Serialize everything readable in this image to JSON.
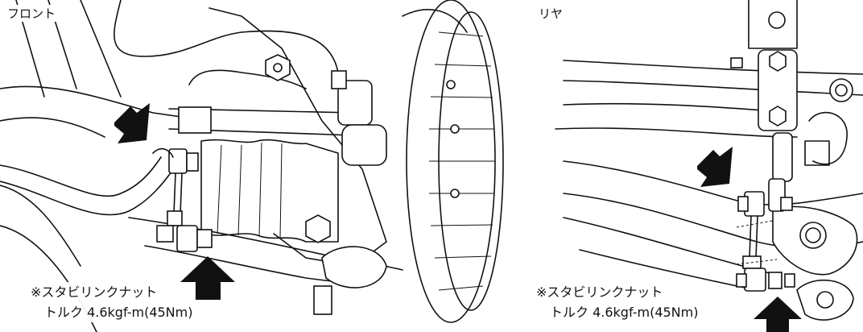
{
  "front": {
    "label": "フロント",
    "note_line1": "※スタビリンクナット",
    "note_line2": "トルク 4.6kgf-m(45Nm)"
  },
  "rear": {
    "label": "リヤ",
    "note_line1": "※スタビリンクナット",
    "note_line2": "トルク 4.6kgf-m(45Nm)"
  },
  "colors": {
    "line": "#111111",
    "background": "#ffffff"
  }
}
